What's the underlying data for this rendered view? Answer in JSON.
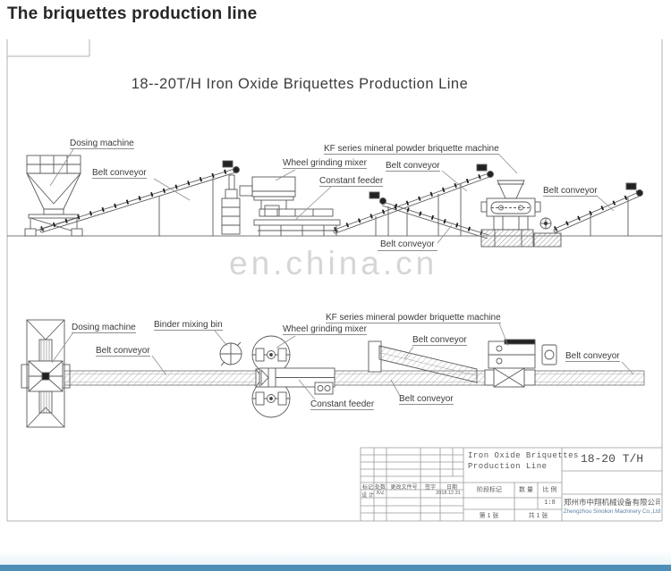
{
  "page": {
    "header": "The briquettes production line",
    "watermark": "en.china.cn",
    "accent_color": "#4d8eb7"
  },
  "drawing": {
    "title": "18--20T/H  Iron Oxide Briquettes Production Line"
  },
  "labels": {
    "dosing_machine": "Dosing machine",
    "belt_conveyor": "Belt conveyor",
    "wheel_grinding_mixer": "Wheel grinding mixer",
    "constant_feeder": "Constant feeder",
    "kf_machine": "KF series mineral powder briquette machine",
    "binder_mixing_bin": "Binder mixing bin"
  },
  "title_block": {
    "name_line1": "Iron Oxide Briquettes",
    "name_line2": "Production Line",
    "capacity": "18-20 T/H",
    "rev_cols": [
      "标记",
      "处数",
      "更改文件号",
      "签字",
      "日期"
    ],
    "design_label": "设 计",
    "designer": "X/Z",
    "design_date": "2018.12.31",
    "stage_label": "阶段标记",
    "qty_label": "数 量",
    "scale_label": "比 例",
    "scale_value": "1:8",
    "sheet_no": "第 1 张",
    "sheet_total": "共 1 张",
    "company_cn": "郑州市中翔机械设备有限公司",
    "company_en": "Zhengzhou Sinolion Machinery Co.,Ltd"
  }
}
